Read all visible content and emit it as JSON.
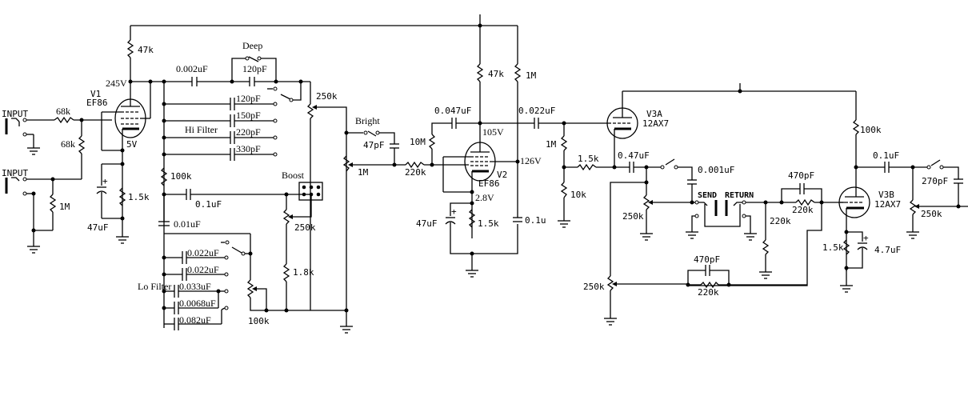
{
  "diagram": {
    "type": "tube-amplifier-preamp-schematic",
    "inputs": [
      "INPUT",
      "INPUT"
    ],
    "tubes": [
      {
        "id": "V1",
        "type": "EF86"
      },
      {
        "id": "V2",
        "type": "EF86"
      },
      {
        "id": "V3A",
        "type": "12AX7"
      },
      {
        "id": "V3B",
        "type": "12AX7"
      }
    ],
    "voltages": {
      "v1_plate": "245V",
      "v1_cathode": "5V",
      "v2_plate": "105V",
      "v2_screen": "126V",
      "v2_cathode": "2.8V"
    },
    "switch_labels": {
      "deep": "Deep",
      "hi_filter": "Hi Filter",
      "boost": "Boost",
      "bright": "Bright",
      "lo_filter": "Lo Filter"
    },
    "jack_labels": {
      "send": "SEND",
      "return": "RETURN"
    },
    "components": {
      "r_in1": "68k",
      "r_in2": "68k",
      "r_in_gnd": "1M",
      "r_v1_plate": "47k",
      "r_v1_cath": "1.5k",
      "c_v1_cath": "47uF",
      "c_coupling1": "0.002uF",
      "c_deep": "120pF",
      "c_hi": [
        "120pF",
        "150pF",
        "220pF",
        "330pF"
      ],
      "pot_vol": "250k",
      "r_100k": "100k",
      "c_01uF": "0.1uF",
      "c_001uF": "0.01uF",
      "pot_boost": "250k",
      "r_18k": "1.8k",
      "c_lo": [
        "0.022uF",
        "0.022uF",
        "0.033uF",
        "0.0068uF",
        "0.082uF"
      ],
      "pot_lo": "100k",
      "c_bright": "47pF",
      "pot_1M": "1M",
      "r_220k_grid": "220k",
      "r_10M": "10M",
      "c_047uF": "0.047uF",
      "r_v2_plate": "47k",
      "r_v2_screen": "1M",
      "c_v2_screen": "0.1u",
      "r_v2_cath": "1.5k",
      "c_v2_cath": "47uF",
      "c_0022uF": "0.022uF",
      "r_v3a_grid": "1M",
      "r_v3a_grid_stop": "1.5k",
      "r_v3a_gnd": "10k",
      "c_047": "0.47uF",
      "c_0001uF": "0.001uF",
      "pot_send": "250k",
      "pot_mix": "250k",
      "c_470pF_a": "470pF",
      "r_220k_a": "220k",
      "r_220k_ret": "220k",
      "c_470pF_b": "470pF",
      "r_220k_b": "220k",
      "r_v3b_plate": "100k",
      "c_v3b_out": "0.1uF",
      "c_270pF": "270pF",
      "pot_out": "250k",
      "r_v3b_cath": "1.5k",
      "c_v3b_cath": "4.7uF"
    }
  }
}
